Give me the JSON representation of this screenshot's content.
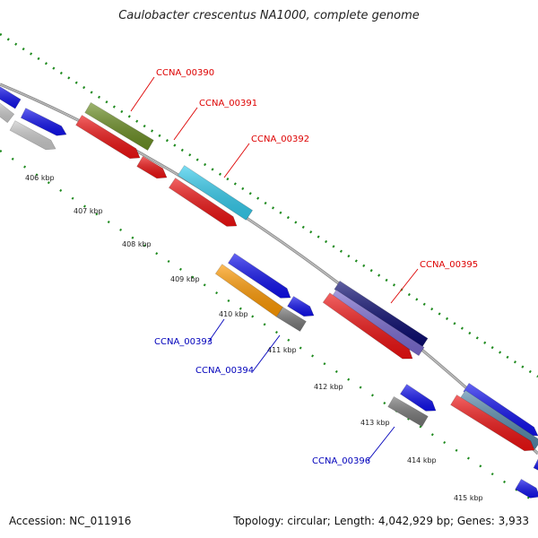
{
  "title": "Caulobacter crescentus NA1000, complete genome",
  "footer": {
    "accession": "Accession: NC_011916",
    "summary": "Topology: circular; Length: 4,042,929 bp; Genes: 3,933"
  },
  "colors": {
    "backbone": "#8a8a8a",
    "tick": "#1e8a1e",
    "label_forward": "#dd0000",
    "label_reverse": "#0000bb"
  },
  "kbp_ticks": [
    "406 kbp",
    "407 kbp",
    "408 kbp",
    "409 kbp",
    "410 kbp",
    "411 kbp",
    "412 kbp",
    "413 kbp",
    "414 kbp",
    "415 kbp"
  ],
  "gene_labels": [
    {
      "id": "CCNA_00390",
      "strand": "forward"
    },
    {
      "id": "CCNA_00391",
      "strand": "forward"
    },
    {
      "id": "CCNA_00392",
      "strand": "forward"
    },
    {
      "id": "CCNA_00395",
      "strand": "forward"
    },
    {
      "id": "CCNA_00393",
      "strand": "reverse"
    },
    {
      "id": "CCNA_00394",
      "strand": "reverse"
    },
    {
      "id": "CCNA_00396",
      "strand": "reverse"
    }
  ],
  "features": [
    {
      "name": "cds-a",
      "color": "#1010ee"
    },
    {
      "name": "cds-b",
      "color": "#cccccc"
    },
    {
      "name": "cds-c",
      "color": "#1010ee"
    },
    {
      "name": "cds-d",
      "color": "#cccccc"
    },
    {
      "name": "CCNA_00390",
      "color": "#6b8e23"
    },
    {
      "name": "CCNA_00390-rna",
      "color": "#ee1111"
    },
    {
      "name": "CCNA_00391",
      "color": "#ee1111"
    },
    {
      "name": "CCNA_00392",
      "color": "#33ccee"
    },
    {
      "name": "CCNA_00392-rna",
      "color": "#ee1111"
    },
    {
      "name": "CCNA_00393-partner",
      "color": "#1010ee"
    },
    {
      "name": "CCNA_00393",
      "color": "#ff9900"
    },
    {
      "name": "CCNA_00394",
      "color": "#777777"
    },
    {
      "name": "cds-e",
      "color": "#1010ee"
    },
    {
      "name": "CCNA_00395",
      "color": "#0a0a70"
    },
    {
      "name": "CCNA_00395-b",
      "color": "#7a6ad0"
    },
    {
      "name": "CCNA_00395-rna",
      "color": "#ee1111"
    },
    {
      "name": "CCNA_00396",
      "color": "#777777"
    },
    {
      "name": "CCNA_00396-partner",
      "color": "#1010ee"
    },
    {
      "name": "cds-f",
      "color": "#1010ee"
    },
    {
      "name": "cds-g",
      "color": "#5588aa"
    },
    {
      "name": "cds-h",
      "color": "#ee1111"
    },
    {
      "name": "cds-i",
      "color": "#1010ee"
    },
    {
      "name": "cds-j",
      "color": "#1010ee"
    }
  ]
}
